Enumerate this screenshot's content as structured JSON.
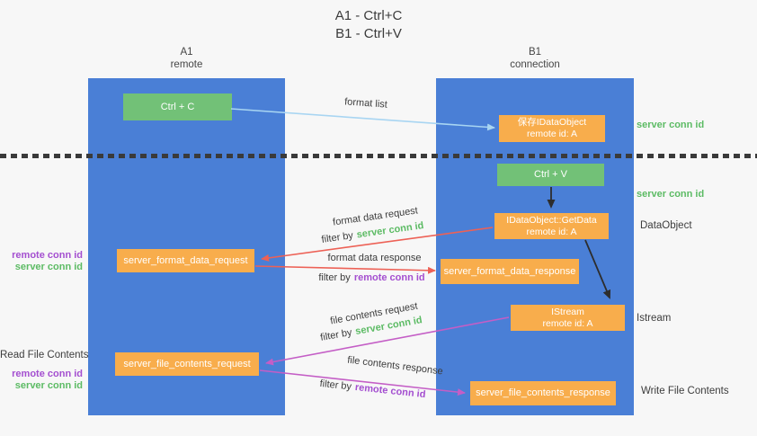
{
  "title": {
    "line1": "A1 - Ctrl+C",
    "line2": "B1 - Ctrl+V"
  },
  "lanes": {
    "left": {
      "name": "A1",
      "subtitle": "remote"
    },
    "right": {
      "name": "B1",
      "subtitle": "connection"
    }
  },
  "nodes": {
    "ctrl_c": {
      "label": "Ctrl + C"
    },
    "ctrl_v": {
      "label": "Ctrl + V"
    },
    "save_idataobject": {
      "line1": "保存IDataObject",
      "line2": "remote id: A"
    },
    "idataobject_getdata": {
      "line1": "IDataObject::GetData",
      "line2": "remote id: A"
    },
    "istream": {
      "line1": "IStream",
      "line2": "remote id: A"
    },
    "server_format_data_request": {
      "label": "server_format_data_request"
    },
    "server_format_data_response": {
      "label": "server_format_data_response"
    },
    "server_file_contents_request": {
      "label": "server_file_contents_request"
    },
    "server_file_contents_response": {
      "label": "server_file_contents_response"
    }
  },
  "edge_labels": {
    "format_list": "format list",
    "format_data_request": "format data request",
    "format_data_response": "format data response",
    "file_contents_request": "file contents request",
    "file_contents_response": "file contents response",
    "filter_by": "filter by",
    "server_conn_id": "server conn id",
    "remote_conn_id": "remote conn id"
  },
  "side_labels": {
    "server_conn_id_top": "server conn id",
    "server_conn_id_mid": "server conn id",
    "dataobject": "DataObject",
    "istream": "Istream",
    "write_file_contents": "Write File Contents",
    "read_file_contents": "Read File Contents",
    "remote_conn_id": "remote conn id",
    "server_conn_id": "server conn id"
  },
  "colors": {
    "lane_blue": "#4a7fd6",
    "node_orange": "#f8ad4c",
    "node_green": "#72c177",
    "server_conn_green": "#5cbb64",
    "remote_conn_purple": "#a44fd0",
    "arrow_red": "#ed6156",
    "arrow_magenta": "#c45ec6",
    "arrow_lightblue": "#a8d5f2",
    "arrow_black": "#2d2d2d",
    "background": "#f7f7f7",
    "text_dark": "#3c3c3c"
  }
}
